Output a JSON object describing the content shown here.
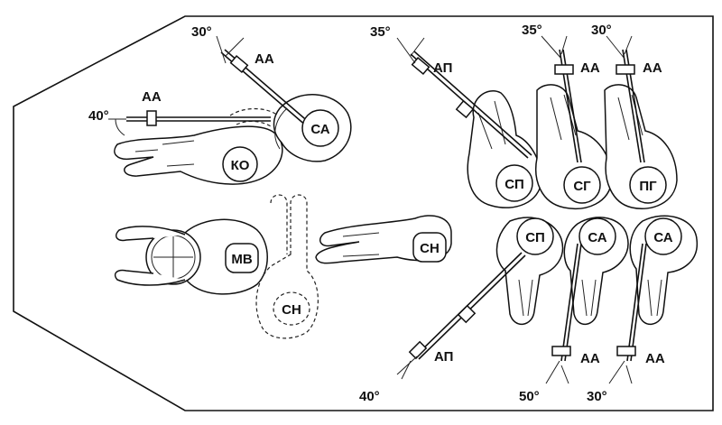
{
  "stations": {
    "ko": "КО",
    "sa_top": "СА",
    "mv": "МВ",
    "sn_front": "СН",
    "sn_rear": "СН",
    "sp_upper": "СП",
    "sg": "СГ",
    "pg": "ПГ",
    "sp_lower": "СП",
    "sa_lower_1": "СА",
    "sa_lower_2": "СА"
  },
  "weapons": {
    "aa_left_40": {
      "angle": "40°",
      "code": "АА"
    },
    "aa_top_30": {
      "angle": "30°",
      "code": "АА"
    },
    "ap_top_35": {
      "angle": "35°",
      "code": "АП"
    },
    "aa_sg_35": {
      "angle": "35°",
      "code": "АА"
    },
    "aa_pg_30": {
      "angle": "30°",
      "code": "АА"
    },
    "ap_bottom_40": {
      "angle": "40°",
      "code": "АП"
    },
    "aa_bottom_50": {
      "angle": "50°",
      "code": "АА"
    },
    "aa_bottom_30": {
      "angle": "30°",
      "code": "АА"
    }
  }
}
